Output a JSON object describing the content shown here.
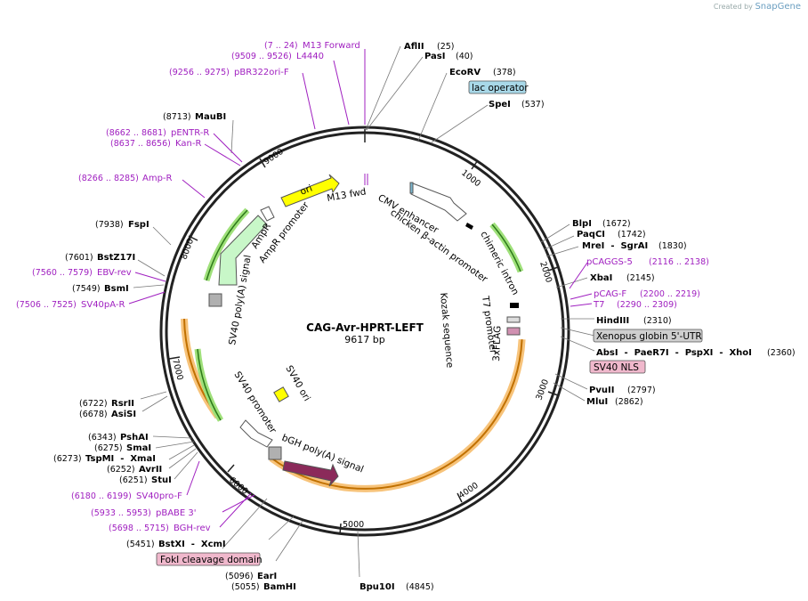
{
  "branding": {
    "created_by": "Created by",
    "product": "SnapGene"
  },
  "plasmid": {
    "name": "CAG-Avr-HPRT-LEFT",
    "size_label": "9617 bp"
  },
  "ticks": [
    "1000",
    "2000",
    "3000",
    "4000",
    "5000",
    "6000",
    "7000",
    "8000",
    "9000"
  ],
  "sites_right": [
    {
      "name": "AflII",
      "pos": "(25)"
    },
    {
      "name": "PasI",
      "pos": "(40)"
    },
    {
      "name": "EcoRV",
      "pos": "(378)"
    },
    {
      "name": "SpeI",
      "pos": "(537)"
    },
    {
      "name": "BlpI",
      "pos": "(1672)"
    },
    {
      "name": "PaqCI",
      "pos": "(1742)"
    },
    {
      "name": "MreI  -  SgrAI",
      "pos": "(1830)"
    },
    {
      "name": "XbaI",
      "pos": "(2145)"
    },
    {
      "name": "HindIII",
      "pos": "(2310)"
    },
    {
      "name": "AbsI  -  PaeR7I  -  PspXI  -  XhoI",
      "pos": "(2360)"
    },
    {
      "name": "PvuII",
      "pos": "(2797)"
    },
    {
      "name": "MluI",
      "pos": "(2862)"
    },
    {
      "name": "Bpu10I",
      "pos": "(4845)"
    }
  ],
  "sites_left": [
    {
      "name": "MauBI",
      "pos": "(8713)"
    },
    {
      "name": "FspI",
      "pos": "(7938)"
    },
    {
      "name": "BstZ17I",
      "pos": "(7601)"
    },
    {
      "name": "BsmI",
      "pos": "(7549)"
    },
    {
      "name": "RsrII",
      "pos": "(6722)"
    },
    {
      "name": "AsiSI",
      "pos": "(6678)"
    },
    {
      "name": "PshAI",
      "pos": "(6343)"
    },
    {
      "name": "SmaI",
      "pos": "(6275)"
    },
    {
      "name": "TspMI  -  XmaI",
      "pos": "(6273)"
    },
    {
      "name": "AvrII",
      "pos": "(6252)"
    },
    {
      "name": "StuI",
      "pos": "(6251)"
    },
    {
      "name": "BstXI  -  XcmI",
      "pos": "(5451)"
    },
    {
      "name": "EarI",
      "pos": "(5096)"
    },
    {
      "name": "BamHI",
      "pos": "(5055)"
    }
  ],
  "primers": [
    {
      "name": "M13 Forward",
      "pos": "(7 .. 24)"
    },
    {
      "name": "L4440",
      "pos": "(9509 .. 9526)"
    },
    {
      "name": "pBR322ori-F",
      "pos": "(9256 .. 9275)"
    },
    {
      "name": "pENTR-R",
      "pos": "(8662 .. 8681)"
    },
    {
      "name": "Kan-R",
      "pos": "(8637 .. 8656)"
    },
    {
      "name": "Amp-R",
      "pos": "(8266 .. 8285)"
    },
    {
      "name": "EBV-rev",
      "pos": "(7560 .. 7579)"
    },
    {
      "name": "SV40pA-R",
      "pos": "(7506 .. 7525)"
    },
    {
      "name": "SV40pro-F",
      "pos": "(6180 .. 6199)"
    },
    {
      "name": "pBABE 3'",
      "pos": "(5933 .. 5953)"
    },
    {
      "name": "BGH-rev",
      "pos": "(5698 .. 5715)"
    },
    {
      "name": "pCAGGS-5",
      "pos": "(2116 .. 2138)"
    },
    {
      "name": "pCAG-F",
      "pos": "(2200 .. 2219)"
    },
    {
      "name": "T7",
      "pos": "(2290 .. 2309)"
    }
  ],
  "boxed_labels": {
    "lac_operator": "lac operator",
    "xenopus": "Xenopus globin 5'-UTR",
    "sv40_nls": "SV40 NLS",
    "foki": "FokI cleavage domain"
  },
  "features": {
    "m13fwd": "M13 fwd",
    "cmv": "CMV enhancer",
    "chicken": "chicken β-actin promoter",
    "chimeric": "chimeric intron",
    "t7": "T7 promoter",
    "kozak": "Kozak sequence",
    "flag": "3xFLAG",
    "ori": "ori",
    "ampr": "AmpR",
    "ampr_prom": "AmpR promoter",
    "sv40pa": "SV40 poly(A) signal",
    "sv40ori": "SV40 ori",
    "sv40prom": "SV40 promoter",
    "bgh": "bGH poly(A) signal"
  },
  "colors": {
    "primer": "#a020c0",
    "ori": "#ffff00",
    "ampr": "#c8f7c8",
    "bgh": "#8b2a5a",
    "orange": "#f5a142",
    "green": "#74c044",
    "grey": "#b0b0b0"
  }
}
